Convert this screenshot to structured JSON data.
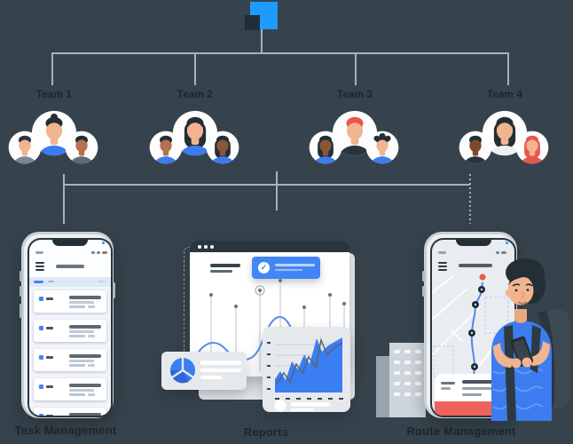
{
  "canvas": {
    "background": "#37434C"
  },
  "palette": {
    "logo_blue": "#1E9BFF",
    "logo_dark": "#222E37",
    "connector_gray": "#A8B2BA",
    "label_color": "#1B242B",
    "ui_blue": "#4285F4",
    "chart_blue": "#3B7DF2",
    "wave_blue": "#5B8DEF",
    "red_accent": "#E8564E",
    "card_gray": "#E6E9EC",
    "map_bottom_bar_red": "#F0625C"
  },
  "teams": [
    {
      "label": "Team 1",
      "members": [
        {
          "position": "left",
          "skin": "#F2B48E",
          "hair": "#2A343C",
          "shirt": "#7A8792",
          "style": "short"
        },
        {
          "position": "center",
          "skin": "#F2B48E",
          "hair": "#232E35",
          "shirt": "#3C7CF0",
          "style": "bun"
        },
        {
          "position": "right",
          "skin": "#B5714F",
          "hair": "#232E35",
          "shirt": "#5E6B76",
          "style": "short"
        }
      ]
    },
    {
      "label": "Team 2",
      "members": [
        {
          "position": "left",
          "skin": "#B5714F",
          "hair": "#232E35",
          "shirt": "#3C7CF0",
          "style": "short"
        },
        {
          "position": "center",
          "skin": "#F2B48E",
          "hair": "#232E35",
          "shirt": "#3C7CF0",
          "style": "long"
        },
        {
          "position": "right",
          "skin": "#8A5638",
          "hair": "#232E35",
          "shirt": "#3C7CF0",
          "style": "long"
        }
      ]
    },
    {
      "label": "Team 3",
      "members": [
        {
          "position": "left",
          "skin": "#8A5638",
          "hair": "#232E35",
          "shirt": "#3C7CF0",
          "style": "long"
        },
        {
          "position": "center",
          "skin": "#F2B48E",
          "hair": "#E8564E",
          "shirt": "#2A343C",
          "style": "short"
        },
        {
          "position": "right",
          "skin": "#F2B48E",
          "hair": "#232E35",
          "shirt": "#3C7CF0",
          "style": "curly"
        }
      ]
    },
    {
      "label": "Team 4",
      "members": [
        {
          "position": "left",
          "skin": "#7C4A2D",
          "hair": "#232E35",
          "shirt": "#2A343C",
          "style": "short"
        },
        {
          "position": "center",
          "skin": "#F2B48E",
          "hair": "#232E35",
          "shirt": "#EDF0F2",
          "style": "long"
        },
        {
          "position": "right",
          "skin": "#F2B48E",
          "hair": "#E8564E",
          "shirt": "#E8564E",
          "style": "long"
        }
      ]
    }
  ],
  "sections": {
    "task_management": {
      "label": "Task Management",
      "task_count": 5
    },
    "reports": {
      "label": "Reports"
    },
    "route_management": {
      "label": "Route Management",
      "waypoint_count": 4
    }
  }
}
